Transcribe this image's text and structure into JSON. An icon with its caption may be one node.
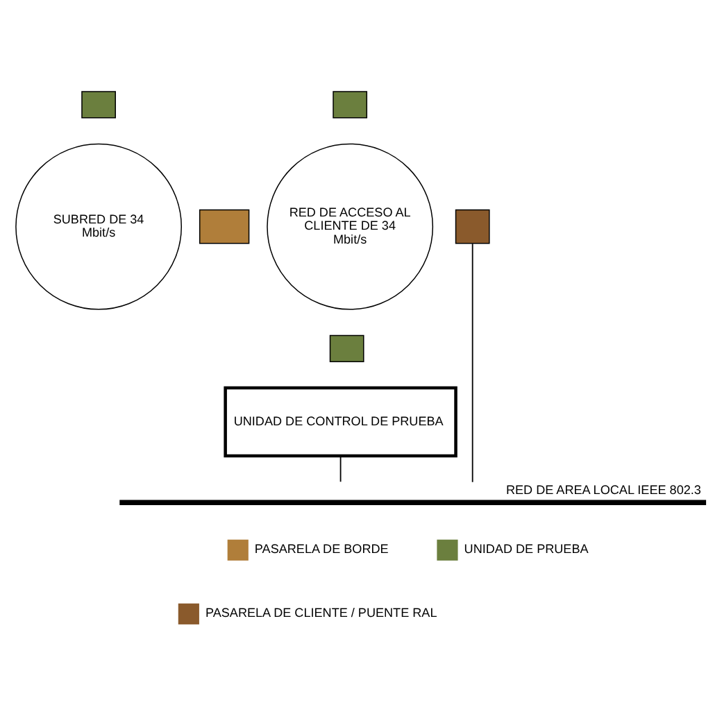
{
  "diagram": {
    "nodes": [
      {
        "text": [
          "SUBRED DE 34 Mbit/s"
        ]
      },
      {
        "text": [
          "RED DE ACCESO AL CLIENTE DE 34 Mbit/s"
        ]
      },
      {
        "text": [],
        "shape": "box"
      },
      {
        "text": [],
        "shape": "box"
      },
      {
        "text": [],
        "shape": "box"
      },
      {
        "text": [],
        "shape": "box"
      },
      {
        "text": [],
        "shape": "box"
      },
      {
        "text": [
          "UNIDAD DE CONTROL DE PRUEBA"
        ]
      },
      {
        "text": [
          "RED DE AREA LOCAL IEEE 802.3"
        ]
      }
    ],
    "edges": [
      {
        "from": 7,
        "to": 8,
        "arrow": "none"
      },
      {
        "from": 5,
        "to": 8,
        "arrow": "none"
      }
    ],
    "legend": [
      {
        "text": "PASARELA DE BORDE",
        "color": "#b07e3a"
      },
      {
        "text": "UNIDAD DE PRUEBA",
        "color": "#6b7f3e"
      },
      {
        "text": "PASARELA DE CLIENTE / PUENTE RAL",
        "color": "#8a5a2c"
      }
    ]
  }
}
